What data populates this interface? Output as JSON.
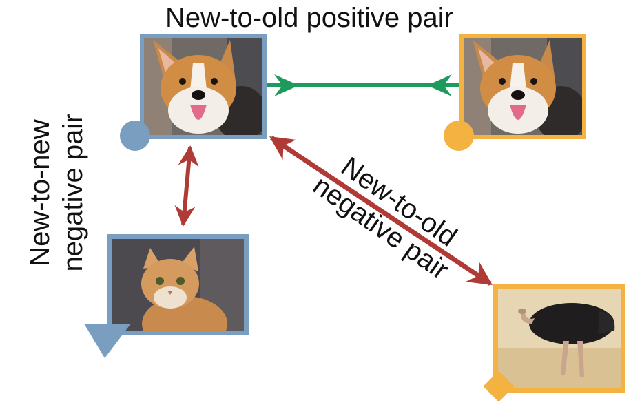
{
  "title": "New-to-old positive pair",
  "new_to_new_label": {
    "line1": "New-to-new",
    "line2": "negative pair"
  },
  "new_to_old_label": {
    "line1": "New-to-old",
    "line2": "negative pair"
  },
  "colors": {
    "new_model": "#7a9ebf",
    "old_model": "#f4b240",
    "positive_arrow": "#1e9a5c",
    "negative_arrow": "#b03a35"
  },
  "nodes": [
    {
      "id": "dog-new",
      "depicts": "corgi dog",
      "model": "new",
      "marker": "circle"
    },
    {
      "id": "dog-old",
      "depicts": "corgi dog",
      "model": "old",
      "marker": "circle"
    },
    {
      "id": "cat-new",
      "depicts": "cat",
      "model": "new",
      "marker": "triangle"
    },
    {
      "id": "ostrich-old",
      "depicts": "ostrich",
      "model": "old",
      "marker": "diamond"
    }
  ]
}
